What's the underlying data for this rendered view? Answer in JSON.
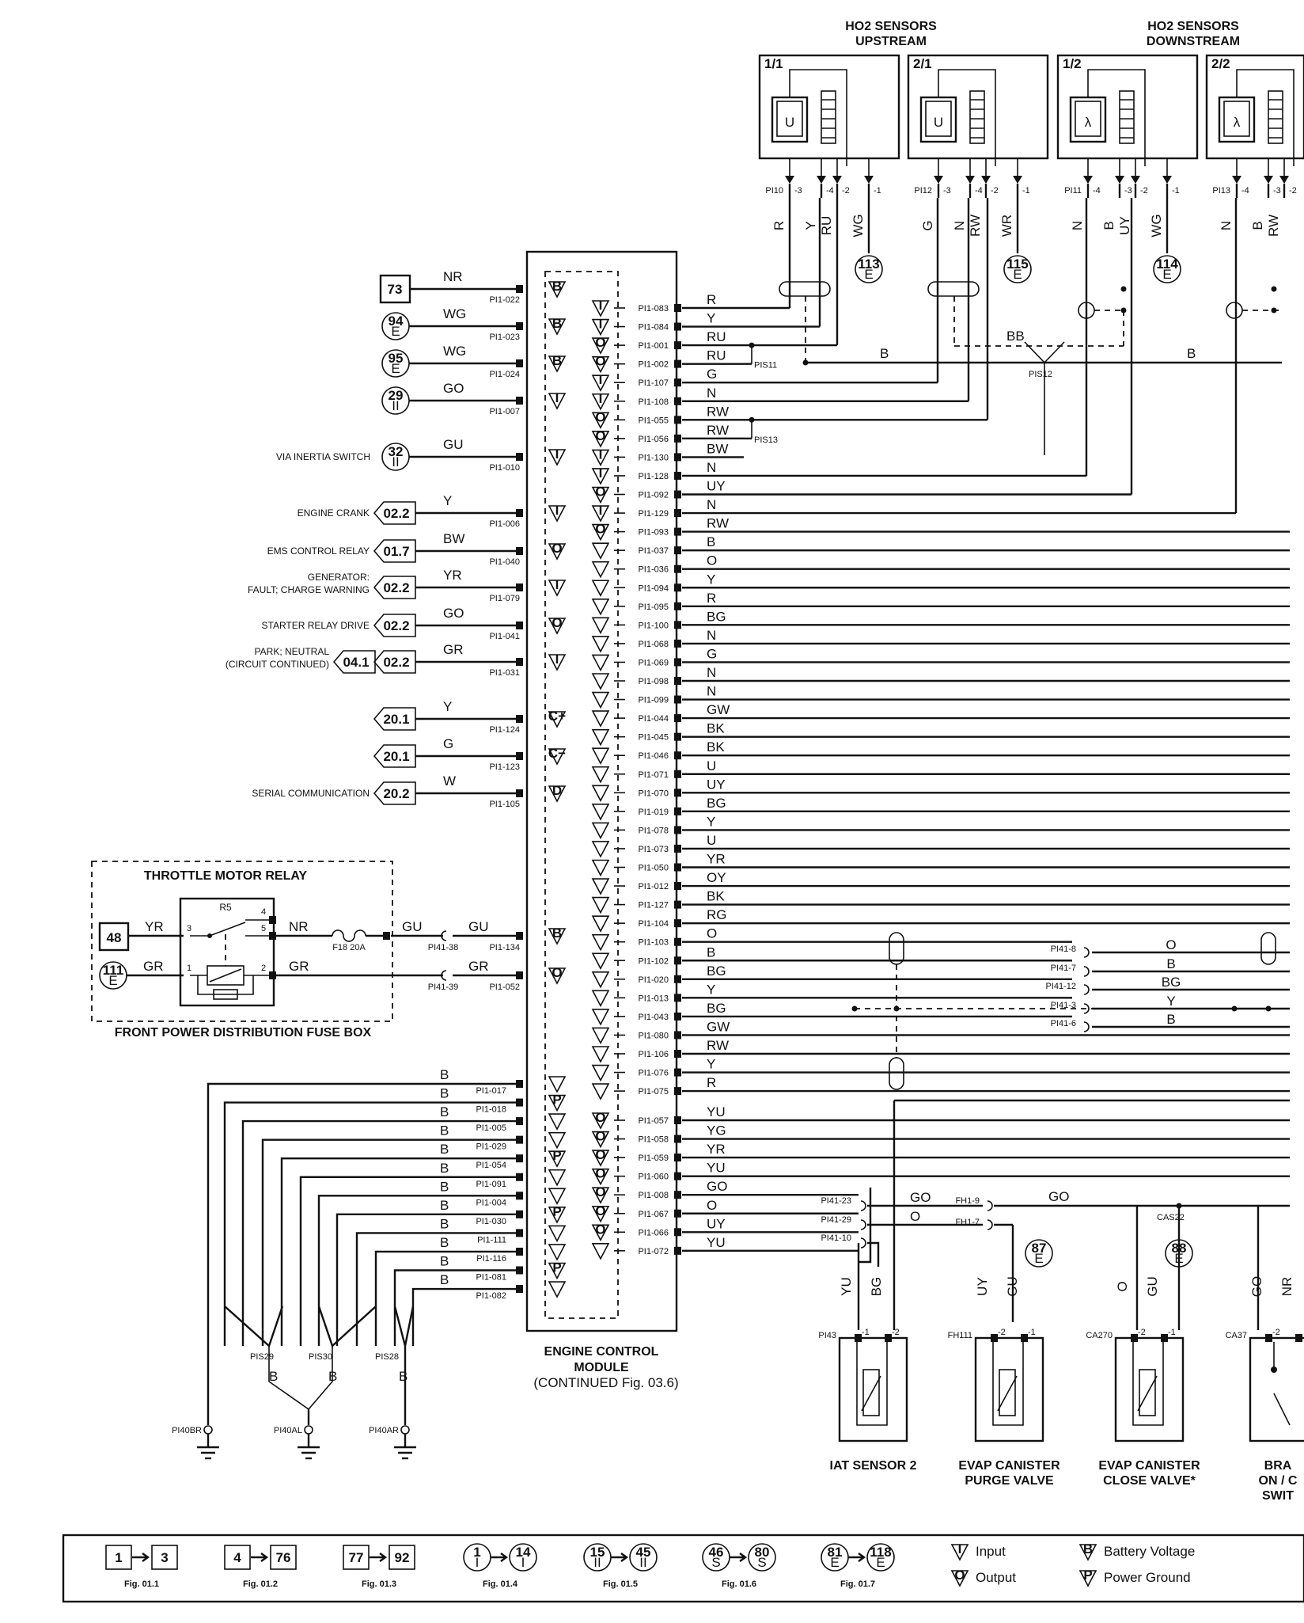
{
  "top_headers": {
    "upstream": [
      "HO2 SENSORS",
      "UPSTREAM"
    ],
    "downstream": [
      "HO2 SENSORS",
      "DOWNSTREAM"
    ]
  },
  "sensors": [
    {
      "label": "1/1",
      "glyph": "U",
      "pins": [
        "PI10",
        "-3",
        "-4",
        "-2",
        "-1"
      ],
      "wires": [
        "R",
        "Y",
        "RU",
        "WG"
      ],
      "ref": "113",
      "refSub": "E"
    },
    {
      "label": "2/1",
      "glyph": "U",
      "pins": [
        "PI12",
        "-3",
        "-4",
        "-2",
        "-1"
      ],
      "wires": [
        "G",
        "N",
        "RW",
        "WR"
      ],
      "ref": "115",
      "refSub": "E"
    },
    {
      "label": "1/2",
      "glyph": "λ",
      "pins": [
        "PI11",
        "-4",
        "-3",
        "-2",
        "-1"
      ],
      "wires": [
        "N",
        "B",
        "UY",
        "WG"
      ],
      "ref": "114",
      "refSub": "E"
    },
    {
      "label": "2/2",
      "glyph": "λ",
      "pins": [
        "PI13",
        "-4",
        "-3",
        "-2"
      ],
      "wires": [
        "N",
        "B",
        "RW"
      ],
      "ref": "",
      "refSub": ""
    }
  ],
  "splices": {
    "pis11": "PIS11",
    "pis12": "PIS12",
    "pis13": "PIS13",
    "bb": "BB",
    "b1": "B",
    "b2": "B"
  },
  "left_inputs": [
    {
      "ref": "73",
      "shape": "square",
      "wire": "NR",
      "pin": "PI1-022",
      "sym": "B",
      "desc": ""
    },
    {
      "ref": "94",
      "sub": "E",
      "shape": "circle",
      "wire": "WG",
      "pin": "PI1-023",
      "sym": "B",
      "desc": ""
    },
    {
      "ref": "95",
      "sub": "E",
      "shape": "circle",
      "wire": "WG",
      "pin": "PI1-024",
      "sym": "B",
      "desc": ""
    },
    {
      "ref": "29",
      "sub": "II",
      "shape": "circle",
      "wire": "GO",
      "pin": "PI1-007",
      "sym": "I",
      "desc": ""
    },
    {
      "ref": "32",
      "sub": "II",
      "shape": "circle",
      "wire": "GU",
      "pin": "PI1-010",
      "sym": "I",
      "desc": "VIA INERTIA SWITCH"
    },
    {
      "ref": "02.2",
      "shape": "arrow",
      "wire": "Y",
      "pin": "PI1-006",
      "sym": "I",
      "desc": "ENGINE CRANK"
    },
    {
      "ref": "01.7",
      "shape": "arrow",
      "wire": "BW",
      "pin": "PI1-040",
      "sym": "O",
      "desc": "EMS CONTROL RELAY"
    },
    {
      "ref": "02.2",
      "shape": "arrow",
      "wire": "YR",
      "pin": "PI1-079",
      "sym": "I",
      "desc": "GENERATOR:",
      "desc2": "FAULT; CHARGE WARNING"
    },
    {
      "ref": "02.2",
      "shape": "arrow",
      "wire": "GO",
      "pin": "PI1-041",
      "sym": "O",
      "desc": "STARTER RELAY DRIVE"
    },
    {
      "ref": "02.2",
      "ref2": "04.1",
      "shape": "arrow",
      "wire": "GR",
      "pin": "PI1-031",
      "sym": "I",
      "desc": "PARK; NEUTRAL",
      "desc2": "(CIRCUIT CONTINUED)"
    },
    {
      "ref": "20.1",
      "shape": "arrow",
      "wire": "Y",
      "pin": "PI1-124",
      "sym": "C+",
      "desc": ""
    },
    {
      "ref": "20.1",
      "shape": "arrow",
      "wire": "G",
      "pin": "PI1-123",
      "sym": "C−",
      "desc": ""
    },
    {
      "ref": "20.2",
      "shape": "arrow",
      "wire": "W",
      "pin": "PI1-105",
      "sym": "D",
      "desc": "SERIAL COMMUNICATION"
    }
  ],
  "right_pins": [
    {
      "pin": "PI1-083",
      "wire": "R",
      "sym": "I"
    },
    {
      "pin": "PI1-084",
      "wire": "Y",
      "sym": "I"
    },
    {
      "pin": "PI1-001",
      "wire": "RU",
      "sym": "O"
    },
    {
      "pin": "PI1-002",
      "wire": "RU",
      "sym": "O"
    },
    {
      "pin": "PI1-107",
      "wire": "G",
      "sym": "I"
    },
    {
      "pin": "PI1-108",
      "wire": "N",
      "sym": "I"
    },
    {
      "pin": "PI1-055",
      "wire": "RW",
      "sym": "O"
    },
    {
      "pin": "PI1-056",
      "wire": "RW",
      "sym": "O"
    },
    {
      "pin": "PI1-130",
      "wire": "BW",
      "sym": "I"
    },
    {
      "pin": "PI1-128",
      "wire": "N",
      "sym": "I"
    },
    {
      "pin": "PI1-092",
      "wire": "UY",
      "sym": "O"
    },
    {
      "pin": "PI1-129",
      "wire": "N",
      "sym": "I"
    },
    {
      "pin": "PI1-093",
      "wire": "RW",
      "sym": "O"
    },
    {
      "pin": "PI1-037",
      "wire": "B",
      "sym": ""
    },
    {
      "pin": "PI1-036",
      "wire": "O",
      "sym": ""
    },
    {
      "pin": "PI1-094",
      "wire": "Y",
      "sym": ""
    },
    {
      "pin": "PI1-095",
      "wire": "R",
      "sym": ""
    },
    {
      "pin": "PI1-100",
      "wire": "BG",
      "sym": ""
    },
    {
      "pin": "PI1-068",
      "wire": "N",
      "sym": ""
    },
    {
      "pin": "PI1-069",
      "wire": "G",
      "sym": ""
    },
    {
      "pin": "PI1-098",
      "wire": "N",
      "sym": ""
    },
    {
      "pin": "PI1-099",
      "wire": "N",
      "sym": ""
    },
    {
      "pin": "PI1-044",
      "wire": "GW",
      "sym": ""
    },
    {
      "pin": "PI1-045",
      "wire": "BK",
      "sym": ""
    },
    {
      "pin": "PI1-046",
      "wire": "BK",
      "sym": ""
    },
    {
      "pin": "PI1-071",
      "wire": "U",
      "sym": ""
    },
    {
      "pin": "PI1-070",
      "wire": "UY",
      "sym": ""
    },
    {
      "pin": "PI1-019",
      "wire": "BG",
      "sym": ""
    },
    {
      "pin": "PI1-078",
      "wire": "Y",
      "sym": ""
    },
    {
      "pin": "PI1-073",
      "wire": "U",
      "sym": ""
    },
    {
      "pin": "PI1-050",
      "wire": "YR",
      "sym": ""
    },
    {
      "pin": "PI1-012",
      "wire": "OY",
      "sym": ""
    },
    {
      "pin": "PI1-127",
      "wire": "BK",
      "sym": ""
    },
    {
      "pin": "PI1-104",
      "wire": "RG",
      "sym": ""
    },
    {
      "pin": "PI1-103",
      "wire": "O",
      "sym": ""
    },
    {
      "pin": "PI1-102",
      "wire": "B",
      "sym": ""
    },
    {
      "pin": "PI1-020",
      "wire": "BG",
      "sym": ""
    },
    {
      "pin": "PI1-013",
      "wire": "Y",
      "sym": ""
    },
    {
      "pin": "PI1-043",
      "wire": "BG",
      "sym": ""
    },
    {
      "pin": "PI1-080",
      "wire": "GW",
      "sym": ""
    },
    {
      "pin": "PI1-106",
      "wire": "RW",
      "sym": ""
    },
    {
      "pin": "PI1-076",
      "wire": "Y",
      "sym": ""
    },
    {
      "pin": "PI1-075",
      "wire": "R",
      "sym": ""
    },
    {
      "pin": "PI1-057",
      "wire": "YU",
      "sym": "O"
    },
    {
      "pin": "PI1-058",
      "wire": "YG",
      "sym": "O"
    },
    {
      "pin": "PI1-059",
      "wire": "YR",
      "sym": "O"
    },
    {
      "pin": "PI1-060",
      "wire": "YU",
      "sym": "O"
    },
    {
      "pin": "PI1-008",
      "wire": "GO",
      "sym": "O"
    },
    {
      "pin": "PI1-067",
      "wire": "O",
      "sym": "O"
    },
    {
      "pin": "PI1-066",
      "wire": "UY",
      "sym": "O"
    },
    {
      "pin": "PI1-072",
      "wire": "YU",
      "sym": ""
    }
  ],
  "connector_pi41": [
    {
      "pin": "PI41-8",
      "wire": "O"
    },
    {
      "pin": "PI41-7",
      "wire": "B"
    },
    {
      "pin": "PI41-12",
      "wire": "BG"
    },
    {
      "pin": "PI41-3",
      "wire": "Y"
    },
    {
      "pin": "PI41-6",
      "wire": "B"
    }
  ],
  "ground_pins": [
    "PI1-017",
    "PI1-018",
    "PI1-005",
    "PI1-029",
    "PI1-054",
    "PI1-091",
    "PI1-004",
    "PI1-030",
    "PI1-111",
    "PI1-116",
    "PI1-081",
    "PI1-082"
  ],
  "ground_wire": "B",
  "grounds": {
    "pis29": "PIS29",
    "pis30": "PIS30",
    "pis28": "PIS28",
    "g1": "PI40BR",
    "g2": "PI40AL",
    "g3": "PI40AR"
  },
  "ecm": {
    "title": "ENGINE CONTROL",
    "title2": "MODULE",
    "cont": "(CONTINUED Fig. 03.6)"
  },
  "throttle_relay": {
    "title": "THROTTLE MOTOR RELAY",
    "footer": "FRONT POWER DISTRIBUTION FUSE BOX",
    "r5": "R5",
    "ref48": "48",
    "ref111": "111",
    "ref111sub": "E",
    "wire_yr": "YR",
    "wire_gr": "GR",
    "wire_nr": "NR",
    "wire_gr2": "GR",
    "fuse": "F18 20A",
    "gu1": "GU",
    "gu2": "GU",
    "gr3": "GR",
    "pin_a": "PI41-38",
    "pin_b": "PI41-39",
    "pin_134": "PI1-134",
    "pin_052": "PI1-052",
    "n3": "3",
    "n4": "4",
    "n5": "5",
    "n1": "1",
    "n2": "2"
  },
  "bottom_conn": [
    {
      "pin": "PI41-23",
      "wire": "GO"
    },
    {
      "pin": "PI41-29",
      "wire": "O"
    },
    {
      "pin": "PI41-10",
      "wire": ""
    }
  ],
  "fh": {
    "fh19": "FH1-9",
    "fh17": "FH1-7",
    "go2": "GO",
    "cas22": "CAS22"
  },
  "components": [
    {
      "name": "IAT SENSOR 2",
      "name2": "",
      "conn": "PI43",
      "wires": [
        "YU",
        "BG"
      ],
      "pins": [
        "-1",
        "-2"
      ]
    },
    {
      "name": "EVAP CANISTER",
      "name2": "PURGE VALVE",
      "conn": "FH111",
      "wires": [
        "UY",
        "GU"
      ],
      "pins": [
        "-2",
        "-1"
      ],
      "ref": "87",
      "refSub": "E"
    },
    {
      "name": "EVAP CANISTER",
      "name2": "CLOSE VALVE*",
      "conn": "CA270",
      "wires": [
        "O",
        "GU"
      ],
      "pins": [
        "-2",
        "-1"
      ],
      "ref": "88",
      "refSub": "E"
    },
    {
      "name": "BRA",
      "name2": "ON / C",
      "name3": "SWIT",
      "conn": "CA37",
      "wires": [
        "GO",
        "NR"
      ],
      "pins": [
        "-2"
      ]
    }
  ],
  "legend": {
    "items": [
      {
        "a": "1",
        "b": "3",
        "fig": "Fig. 01.1",
        "shape": "square"
      },
      {
        "a": "4",
        "b": "76",
        "fig": "Fig. 01.2",
        "shape": "square"
      },
      {
        "a": "77",
        "b": "92",
        "fig": "Fig. 01.3",
        "shape": "square"
      },
      {
        "a": "1",
        "as": "I",
        "b": "14",
        "bs": "I",
        "fig": "Fig. 01.4",
        "shape": "circle"
      },
      {
        "a": "15",
        "as": "II",
        "b": "45",
        "bs": "II",
        "fig": "Fig. 01.5",
        "shape": "circle"
      },
      {
        "a": "46",
        "as": "S",
        "b": "80",
        "bs": "S",
        "fig": "Fig. 01.6",
        "shape": "circle"
      },
      {
        "a": "81",
        "as": "E",
        "b": "118",
        "bs": "E",
        "fig": "Fig. 01.7",
        "shape": "circle"
      }
    ],
    "symbols": {
      "input": "Input",
      "output": "Output",
      "battery": "Battery Voltage",
      "pground": "Power Ground"
    }
  }
}
